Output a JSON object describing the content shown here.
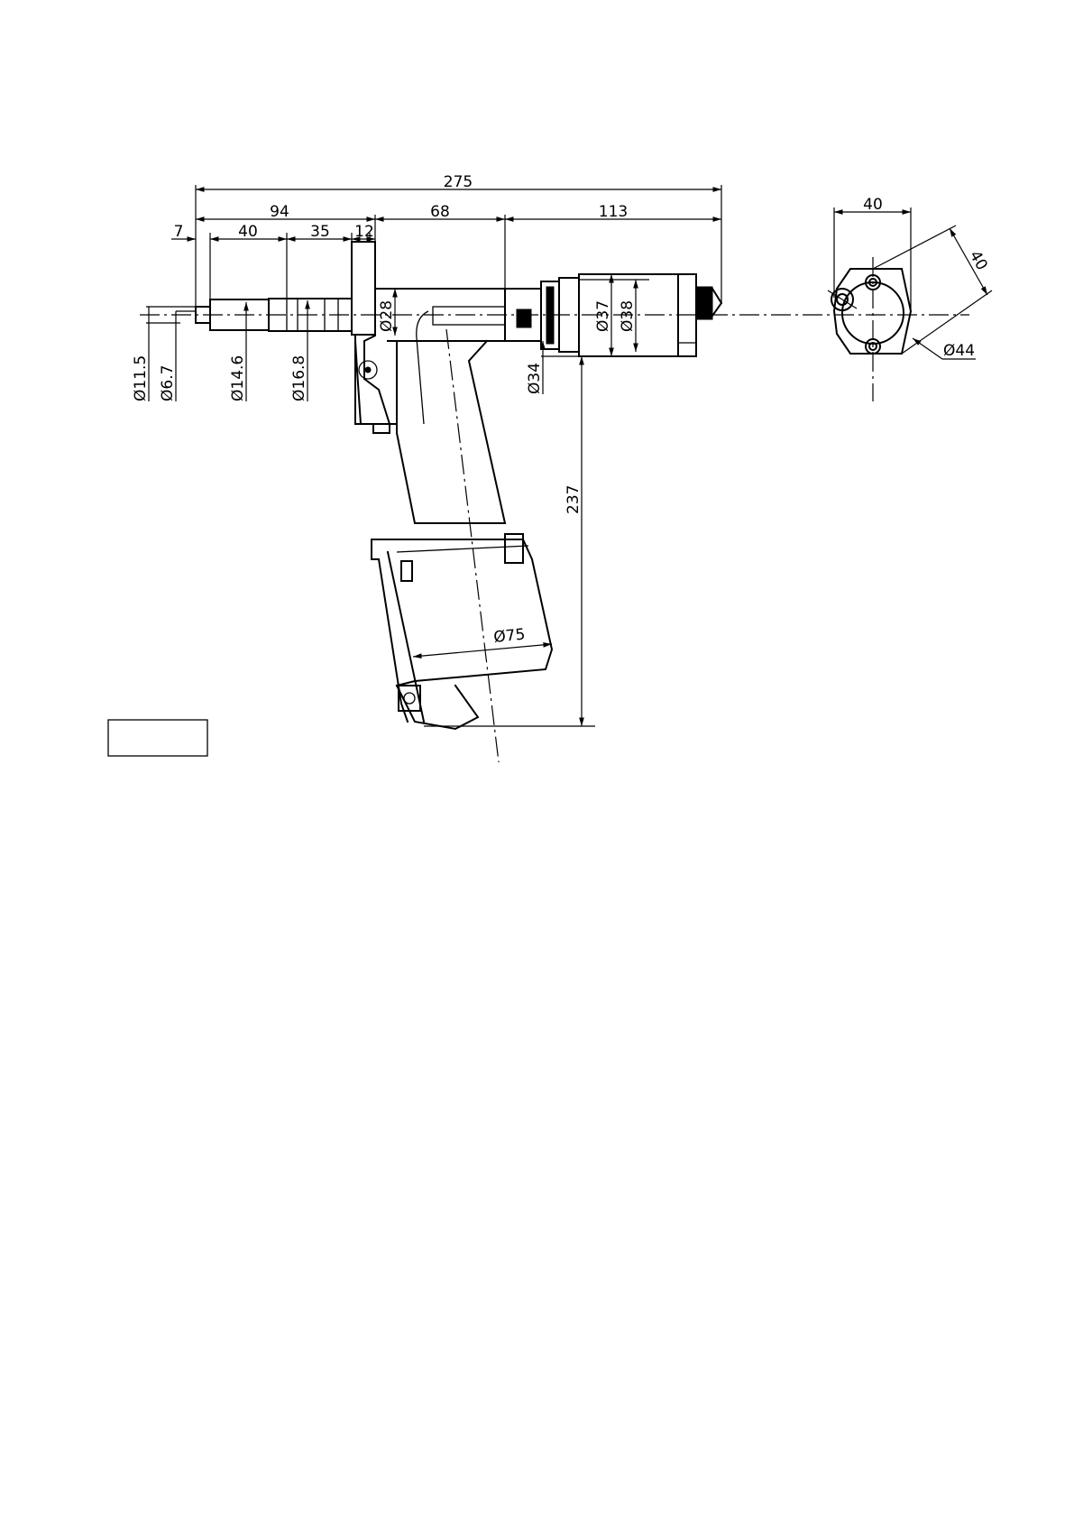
{
  "dimensions": {
    "overall_length": "275",
    "front_section": "94",
    "middle_section": "68",
    "rear_section": "113",
    "nose_tip": "7",
    "nose_length": "40",
    "collar_length": "35",
    "flange_length": "12",
    "bore": "Ø28",
    "dia_11_5": "Ø11.5",
    "dia_6_7": "Ø6.7",
    "dia_14_6": "Ø14.6",
    "dia_16_8": "Ø16.8",
    "dia_34": "Ø34",
    "dia_37": "Ø37",
    "dia_38": "Ø38",
    "height": "237",
    "cylinder_dia": "Ø75",
    "end_width": "40",
    "end_diagonal": "40",
    "end_dia": "Ø44"
  },
  "title_box": ""
}
